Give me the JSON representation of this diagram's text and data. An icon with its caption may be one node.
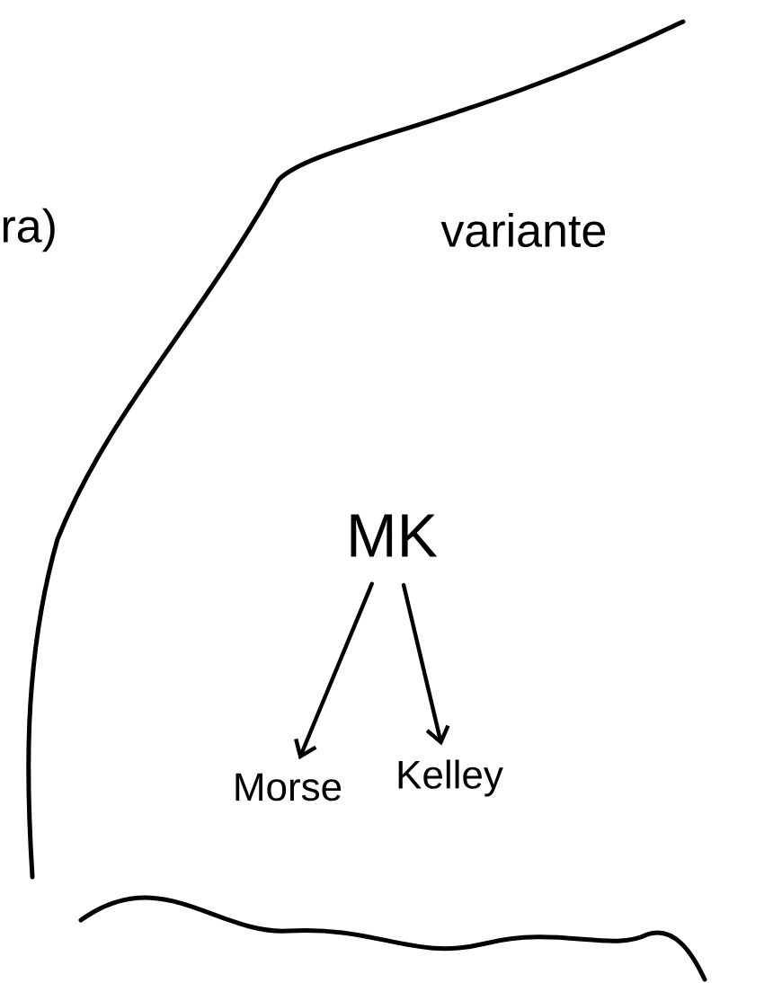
{
  "diagram": {
    "nodes": [
      {
        "text": [
          "MK"
        ]
      },
      {
        "text": [
          "Morse"
        ]
      },
      {
        "text": [
          "Kelley"
        ]
      }
    ],
    "edges": [
      {
        "from": 0,
        "to": 1,
        "arrow": "to"
      },
      {
        "from": 0,
        "to": 2,
        "arrow": "to"
      }
    ],
    "labels": [
      "ra)",
      "variante"
    ]
  }
}
